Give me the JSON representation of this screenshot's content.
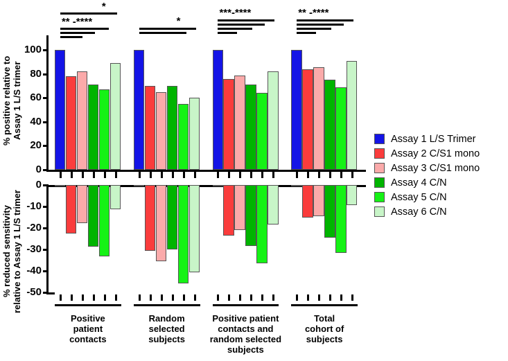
{
  "chart_data": {
    "type": "bar",
    "title": "",
    "panels": [
      {
        "id": "positive",
        "ylabel": "% positive relative to\nAssay 1 L/S trimer",
        "ylim": [
          0,
          110
        ],
        "yticks": [
          0,
          20,
          40,
          60,
          80,
          100
        ],
        "ytick_labels": [
          "0",
          "20",
          "40",
          "60",
          "80",
          "100"
        ],
        "categories": [
          "Positive\npatient\ncontacts",
          "Random\nselected\nsubjects",
          "Positive patient\ncontacts and\nrandom selected\nsubjects",
          "Total\ncohort of\nsubjects"
        ],
        "series": [
          {
            "name": "Assay 1 L/S Trimer",
            "color": "#1414e6",
            "values": [
              100,
              100,
              100,
              100
            ]
          },
          {
            "name": "Assay 2 C/S1 mono",
            "color": "#fa3c3c",
            "values": [
              78,
              70,
              76,
              84
            ]
          },
          {
            "name": "Assay 3 C/S1 mono",
            "color": "#fbaaaa",
            "values": [
              82.5,
              65,
              79,
              85.5
            ]
          },
          {
            "name": "Assay 4 C/N",
            "color": "#00b400",
            "values": [
              71.5,
              70,
              71.5,
              75
            ]
          },
          {
            "name": "Assay 5 C/N",
            "color": "#16f216",
            "values": [
              67,
              55,
              64.5,
              69
            ]
          },
          {
            "name": "Assay 6 C/N",
            "color": "#c8f5c8",
            "values": [
              89,
              60,
              82,
              91
            ]
          }
        ],
        "grid": false
      },
      {
        "id": "reduced",
        "ylabel": "% reduced sensitivity\nrelative to Assay 1 L/S trimer",
        "ylim": [
          -50,
          0
        ],
        "yticks": [
          0,
          -10,
          -20,
          -30,
          -40,
          -50
        ],
        "ytick_labels": [
          "0",
          "-10",
          "-20",
          "-30",
          "-40",
          "-50"
        ],
        "categories": [
          "Positive\npatient\ncontacts",
          "Random\nselected\nsubjects",
          "Positive patient\ncontacts and\nrandom selected\nsubjects",
          "Total\ncohort of\nsubjects"
        ],
        "series": [
          {
            "name": "Assay 1 L/S Trimer",
            "color": "#1414e6",
            "values": [
              0,
              0,
              0,
              0
            ]
          },
          {
            "name": "Assay 2 C/S1 mono",
            "color": "#fa3c3c",
            "values": [
              -22.5,
              -30.5,
              -23.5,
              -15
            ]
          },
          {
            "name": "Assay 3 C/S1 mono",
            "color": "#fbaaaa",
            "values": [
              -17.8,
              -35.5,
              -21,
              -14.5
            ]
          },
          {
            "name": "Assay 4 C/N",
            "color": "#00b400",
            "values": [
              -28.7,
              -30,
              -28.5,
              -24.5
            ]
          },
          {
            "name": "Assay 5 C/N",
            "color": "#16f216",
            "values": [
              -33.2,
              -45.8,
              -36.5,
              -31.5
            ]
          },
          {
            "name": "Assay 6 C/N",
            "color": "#c8f5c8",
            "values": [
              -11.4,
              -40.5,
              -18.5,
              -9.5
            ]
          }
        ],
        "grid": false
      }
    ],
    "legend": {
      "position": "right",
      "entries": [
        {
          "label": "Assay 1 L/S Trimer",
          "color": "#1414e6"
        },
        {
          "label": "Assay 2 C/S1 mono",
          "color": "#fa3c3c"
        },
        {
          "label": "Assay 3 C/S1 mono",
          "color": "#fbaaaa"
        },
        {
          "label": "Assay 4 C/N",
          "color": "#00b400"
        },
        {
          "label": "Assay 5 C/N",
          "color": "#16f216"
        },
        {
          "label": "Assay 6 C/N",
          "color": "#c8f5c8"
        }
      ]
    },
    "annotations": [
      {
        "group": 0,
        "text": "*",
        "row": 0
      },
      {
        "group": 0,
        "text": "**  -****",
        "row": 1
      },
      {
        "group": 1,
        "text": "*",
        "row": 0
      },
      {
        "group": 2,
        "text": "***-****",
        "row": 0
      },
      {
        "group": 3,
        "text": "**  -****",
        "row": 0
      }
    ]
  }
}
